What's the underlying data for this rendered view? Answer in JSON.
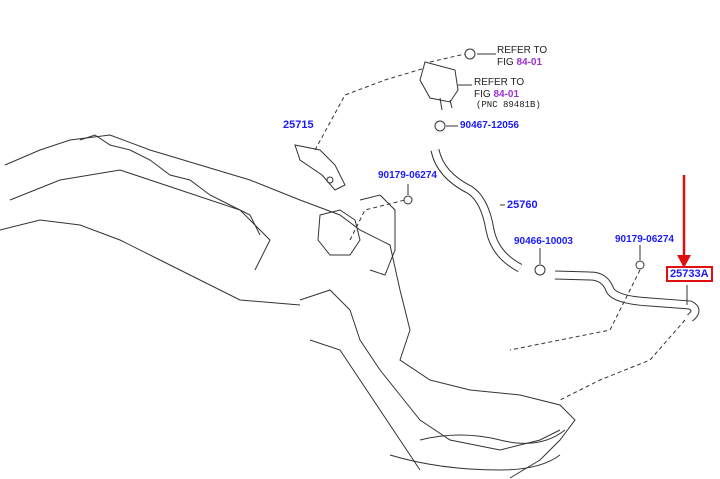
{
  "parts": [
    {
      "id": "p25715",
      "label": "25715"
    },
    {
      "id": "p25760",
      "label": "25760"
    },
    {
      "id": "p90179a",
      "label": "90179-06274"
    },
    {
      "id": "p90179b",
      "label": "90179-06274"
    },
    {
      "id": "p90466",
      "label": "90466-10003"
    },
    {
      "id": "p90467",
      "label": "90467-12056"
    },
    {
      "id": "p25733A",
      "label": "25733A"
    }
  ],
  "refs": [
    {
      "line1": "REFER TO",
      "fig_prefix": "FIG ",
      "fig": "84-01"
    },
    {
      "line1": "REFER TO",
      "fig_prefix": "FIG ",
      "fig": "84-01",
      "pnc": "(PNC 89481B)"
    }
  ],
  "colors": {
    "part_label": "#1a1aff",
    "fig_ref": "#9b30d9",
    "highlight": "#e01010"
  }
}
